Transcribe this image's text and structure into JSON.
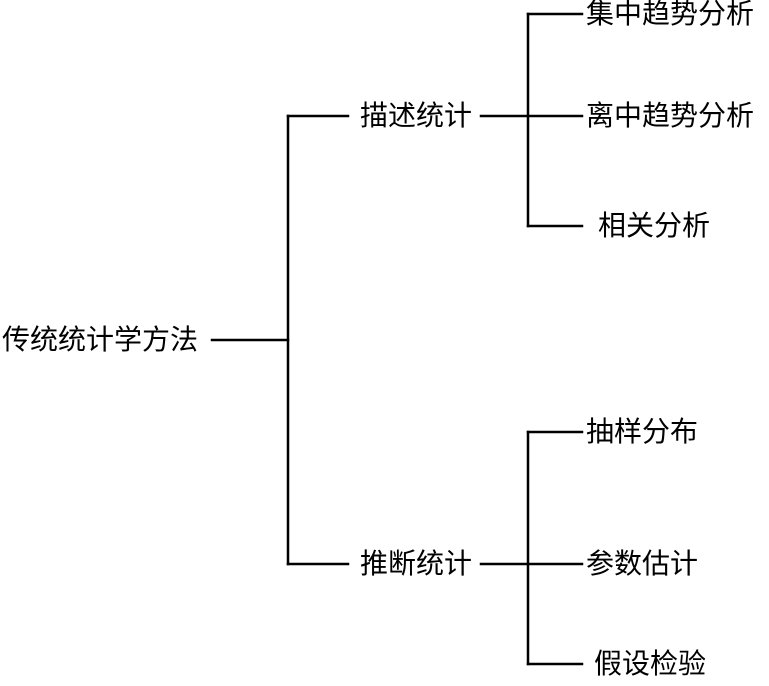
{
  "tree": {
    "root": "传统统计学方法",
    "branches": [
      {
        "label": "描述统计",
        "children": [
          "集中趋势分析",
          "离中趋势分析",
          "相关分析"
        ]
      },
      {
        "label": "推断统计",
        "children": [
          "抽样分布",
          "参数估计",
          "假设检验"
        ]
      }
    ]
  }
}
